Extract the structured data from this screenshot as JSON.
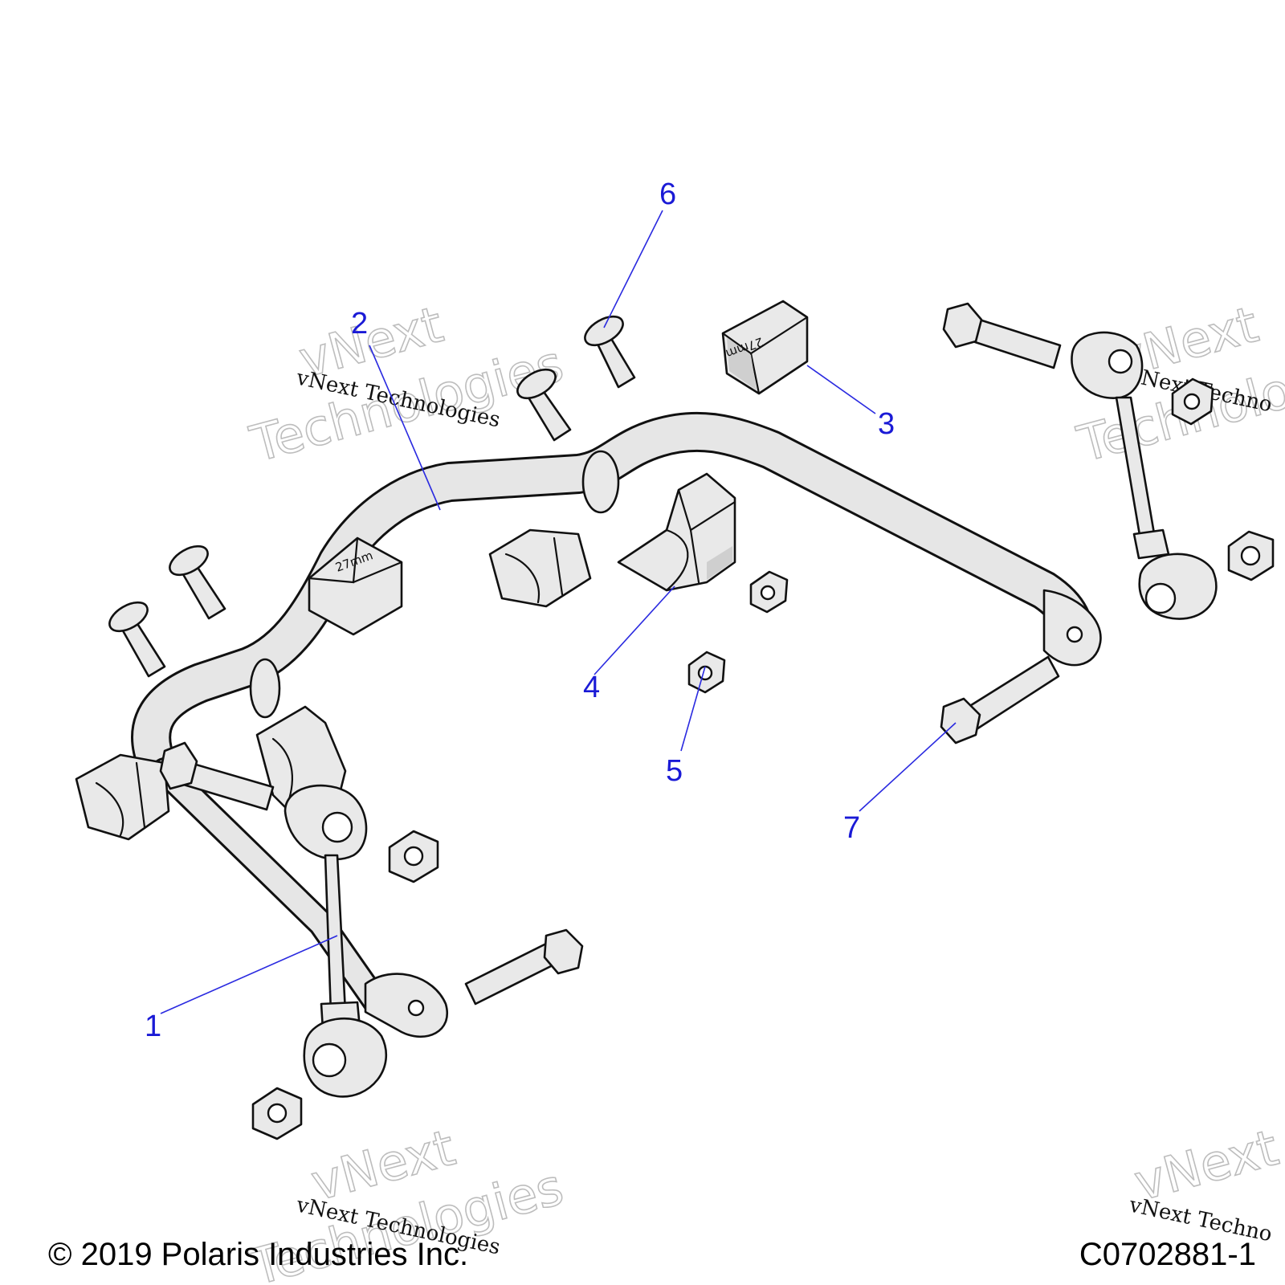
{
  "callouts": [
    "1",
    "2",
    "3",
    "4",
    "5",
    "6",
    "7"
  ],
  "stamps": [
    "27mm",
    "27mm"
  ],
  "watermarks": {
    "small": "vNext Technologies",
    "big_line1": "vNext",
    "big_line2": "Technologies",
    "small_clipped": "vNext Techno",
    "big_line1_clipped": "vNext",
    "big_line2_clipped": "Technolo"
  },
  "footer": {
    "copyright": "© 2019 Polaris Industries Inc.",
    "code": "C0702881-1"
  },
  "colors": {
    "callout": "#1a1ad6",
    "line": "#111111",
    "part_fill": "#e9e9e9"
  }
}
